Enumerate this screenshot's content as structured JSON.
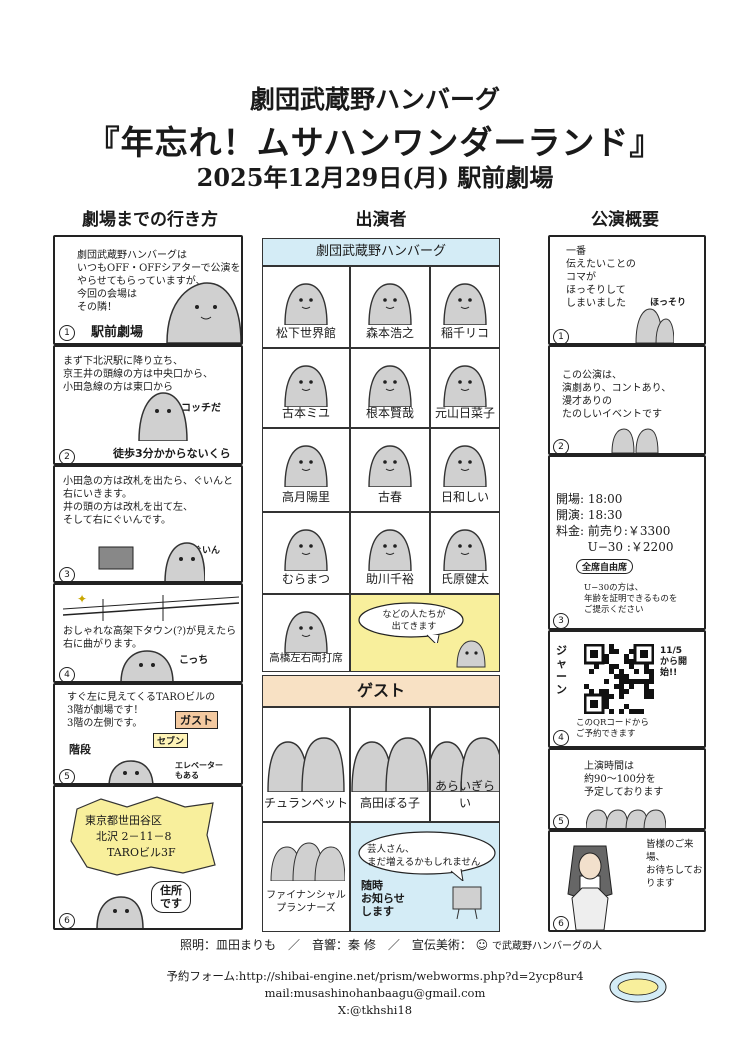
{
  "header": {
    "troupe": "劇団武蔵野ハンバーグ",
    "title": "『年忘れ！ムサハンワンダーランド』",
    "date": "2025年12月29日(月) 駅前劇場"
  },
  "columns": {
    "access": "劇場までの行き方",
    "cast": "出演者",
    "overview": "公演概要"
  },
  "access": {
    "p1": "劇団武蔵野ハンバーグは\nいつもOFF・OFFシアターで公演を\nやらせてもらっていますが、\n今回の会場は\nその隣！",
    "p1_hand": "駅前劇場",
    "p2": "まず下北沢駅に降り立ち、\n京王井の頭線の方は中央口から、\n小田急線の方は東口から",
    "p2_hand": "コッチだ",
    "p2_hand2": "徒歩3分かからないくらい",
    "p3": "小田急の方は改札を出たら、ぐいんと\n右にいきます。\n井の頭の方は改札を出て左、\nそして右にぐいんです。",
    "p3_hand": "ぐいん",
    "p4": "おしゃれな高架下タウン(?)が見えたら\n右に曲がります。",
    "p4_hand": "こっち",
    "p5": "すぐ左に見えてくるTAROビルの\n3階が劇場です！\n3階の左側です。",
    "p5_sign1": "ガスト",
    "p5_sign2": "セブン",
    "p5_stairs": "階段",
    "p5_elev": "エレベーター\nもある",
    "p6_address": "東京都世田谷区\n　北沢 2－11－8\n　　TAROビル3F",
    "p6_hand": "住所\nです"
  },
  "cast": {
    "group": "劇団武蔵野ハンバーグ",
    "members": [
      "松下世界館",
      "森本浩之",
      "稲千リコ",
      "古本ミユ",
      "根本賢哉",
      "元山日菜子",
      "高月陽里",
      "古春",
      "日和しい",
      "むらまつ",
      "助川千裕",
      "氏原健太",
      "高橋左右両打席"
    ],
    "bubble": "などの人たちが\n出てきます",
    "guest_band": "ゲスト",
    "guests": [
      "チュランペット",
      "高田ぼる子",
      "あらいぎらい"
    ],
    "guest4": "ファイナンシャル\nプランナーズ",
    "bubble2": "芸人さん、\nまだ増えるかもしれません",
    "hand_note": "随時\nお知らせ\nします"
  },
  "overview": {
    "p1": "一番\n伝えたいことの\nコマが\nほっそりして\nしまいました",
    "p1_hand": "ほっそり",
    "p2": "この公演は、\n演劇あり、コントあり、\n漫才ありの\nたのしいイベントです",
    "schedule": [
      "開場: 18:00",
      "開演: 18:30",
      "料金: 前売り:￥3300",
      "　　  U−30 :￥2200"
    ],
    "free_seat": "全席自由席",
    "u30_note": "U−30の方は、\n年齢を証明できるものを\nご提示ください",
    "jaan": "ジャーン",
    "release": "11/5から開始!!",
    "qr_note": "このQRコードから\nご予約できます",
    "runtime": "上演時間は\n約90〜100分を\n予定しております",
    "closing": "皆様のご来場、\nお待ちしております"
  },
  "credits": "照明：皿田まりも　／　音響：秦 修　／　宣伝美術：",
  "credits_tail": "で武蔵野ハンバーグの人",
  "footer": {
    "form": "予約フォーム:http://shibai-engine.net/prism/webworms.php?d=2ycp8ur4",
    "mail": "mail:musashinohanbaagu@gmail.com",
    "x": "X:@tkhshi18"
  },
  "colors": {
    "yellow": "#f8ef9c",
    "blue": "#d4ecf6",
    "peach": "#f8e1c4",
    "blob": "#cfcfcf"
  }
}
